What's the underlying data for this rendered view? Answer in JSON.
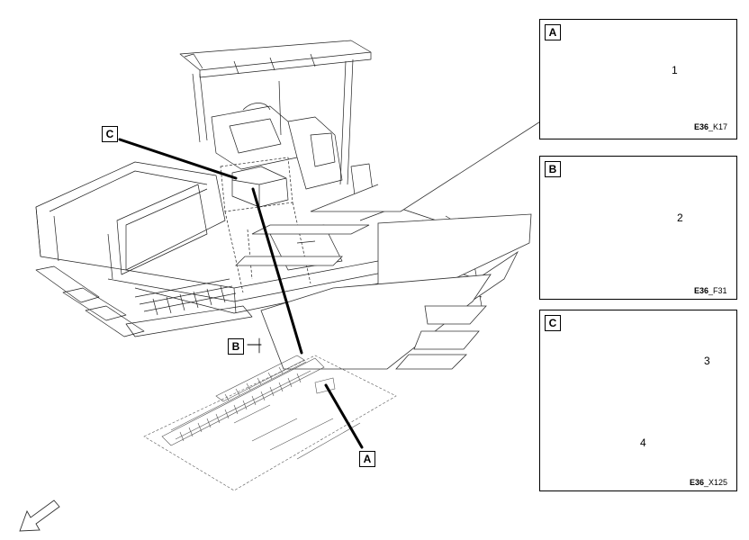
{
  "callouts": {
    "a": "A",
    "b": "B",
    "c": "C"
  },
  "panels": [
    {
      "id": "A",
      "item": "1",
      "ref_main": "E36",
      "ref_sub": "_K17"
    },
    {
      "id": "B",
      "item": "2",
      "ref_main": "E36",
      "ref_sub": "_F31"
    },
    {
      "id": "C",
      "items": [
        "3",
        "4"
      ],
      "ref_main": "E36",
      "ref_sub": "_X125"
    }
  ],
  "icons": {
    "direction": "north-arrow-icon"
  }
}
